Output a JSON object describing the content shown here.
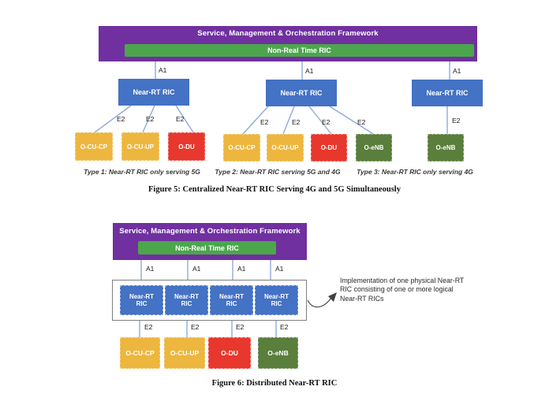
{
  "colors": {
    "purple": "#7030A0",
    "green": "#4CA64C",
    "blue": "#4472C4",
    "yellow": "#EDB63E",
    "red": "#E8382D",
    "olive": "#5A7E3C"
  },
  "figure5": {
    "smo_title": "Service, Management & Orchestration Framework",
    "non_rt_label": "Non-Real Time RIC",
    "near_rt_label": "Near-RT RIC",
    "a1_label": "A1",
    "e2_label": "E2",
    "groups": [
      {
        "type_label": "Type 1: Near-RT RIC only serving 5G",
        "nodes": [
          {
            "label": "O-CU-CP",
            "color": "#EDB63E"
          },
          {
            "label": "O-CU-UP",
            "color": "#EDB63E"
          },
          {
            "label": "O-DU",
            "color": "#E8382D"
          }
        ]
      },
      {
        "type_label": "Type 2: Near-RT RIC serving 5G and 4G",
        "nodes": [
          {
            "label": "O-CU-CP",
            "color": "#EDB63E"
          },
          {
            "label": "O-CU-UP",
            "color": "#EDB63E"
          },
          {
            "label": "O-DU",
            "color": "#E8382D"
          },
          {
            "label": "O-eNB",
            "color": "#5A7E3C"
          }
        ]
      },
      {
        "type_label": "Type 3: Near-RT RIC only serving 4G",
        "nodes": [
          {
            "label": "O-eNB",
            "color": "#5A7E3C"
          }
        ]
      }
    ],
    "caption": "Figure 5: Centralized Near-RT RIC Serving 4G and 5G Simultaneously"
  },
  "figure6": {
    "smo_title": "Service, Management & Orchestration Framework",
    "non_rt_label": "Non-Real Time RIC",
    "a1_label": "A1",
    "e2_label": "E2",
    "ric_cells": [
      "Near-RT RIC",
      "Near-RT RIC",
      "Near-RT RIC",
      "Near-RT RIC"
    ],
    "nodes": [
      {
        "label": "O-CU-CP",
        "color": "#EDB63E"
      },
      {
        "label": "O-CU-UP",
        "color": "#EDB63E"
      },
      {
        "label": "O-DU",
        "color": "#E8382D"
      },
      {
        "label": "O-eNB",
        "color": "#5A7E3C"
      }
    ],
    "annotation": "Implementation of one physical Near-RT RIC consisting of one or more logical Near-RT RICs",
    "caption": "Figure 6: Distributed Near-RT RIC"
  }
}
